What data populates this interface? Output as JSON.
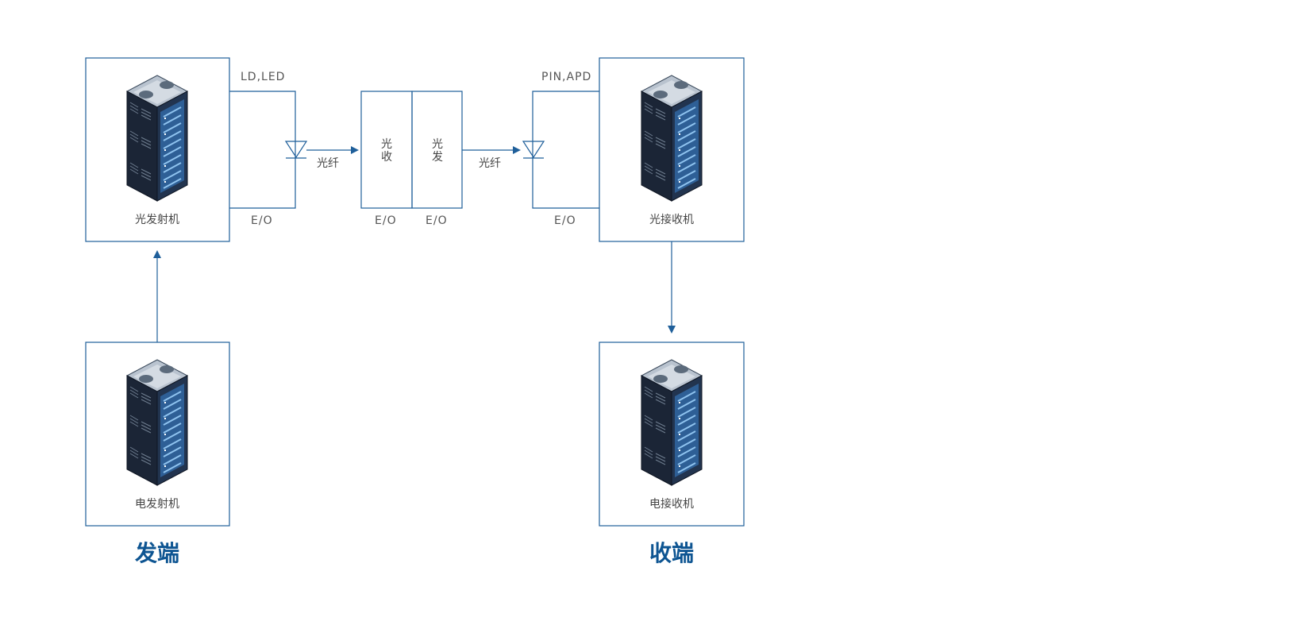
{
  "nodes": {
    "optical_transmitter": "光发射机",
    "optical_receiver": "光接收机",
    "electrical_transmitter": "电发射机",
    "electrical_receiver": "电接收机"
  },
  "relay": {
    "receive_chars": [
      "光",
      "收"
    ],
    "transmit_chars": [
      "光",
      "发"
    ]
  },
  "labels": {
    "source_devices": "LD,LED",
    "detector_devices": "PIN,APD",
    "fiber_1": "光纤",
    "fiber_2": "光纤",
    "eo_1": "E/O",
    "eo_2": "E/O",
    "eo_3": "E/O",
    "eo_4": "E/O"
  },
  "sections": {
    "transmit_end": "发端",
    "receive_end": "收端"
  },
  "colors": {
    "line": "#1f5f9a",
    "title": "#0e5592",
    "text": "#444444"
  },
  "icons": {
    "server": "server-rack-icon",
    "diode": "diode-icon"
  }
}
